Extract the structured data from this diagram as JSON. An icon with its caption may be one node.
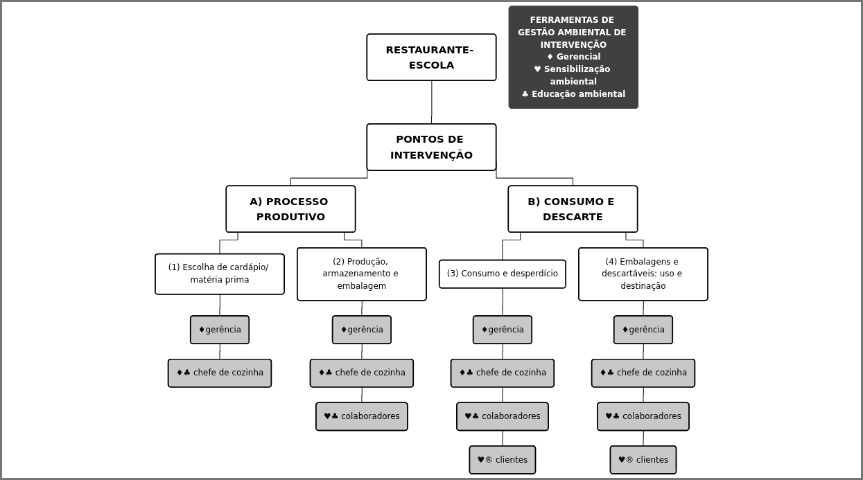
{
  "diagram": {
    "nodes": [
      {
        "text": [
          "RESTAURANTE- ESCOLA"
        ]
      },
      {
        "text": [
          "PONTOS DE INTERVENÇÃO"
        ]
      },
      {
        "text": [
          "A) PROCESSO PRODUTIVO"
        ]
      },
      {
        "text": [
          "B) CONSUMO E DESCARTE"
        ]
      },
      {
        "text": [
          "(1) Escolha de cardápio/ matéria prima"
        ]
      },
      {
        "text": [
          "(2) Produção, armazenamento e embalagem"
        ]
      },
      {
        "text": [
          "(3) Consumo e desperdício"
        ]
      },
      {
        "text": [
          "(4) Embalagens e descartáveis: uso e destinação"
        ]
      },
      {
        "text": [
          "♦gerência"
        ]
      },
      {
        "text": [
          "♦♣ chefe de cozinha"
        ]
      },
      {
        "text": [
          "♦gerência"
        ]
      },
      {
        "text": [
          "♦♣ chefe de cozinha"
        ]
      },
      {
        "text": [
          "♥♣ colaboradores"
        ]
      },
      {
        "text": [
          "♦gerência"
        ]
      },
      {
        "text": [
          "♦♣ chefe de cozinha"
        ]
      },
      {
        "text": [
          "♥♣ colaboradores"
        ]
      },
      {
        "text": [
          "♥® clientes"
        ]
      },
      {
        "text": [
          "♦gerência"
        ]
      },
      {
        "text": [
          "♦♣ chefe de cozinha"
        ]
      },
      {
        "text": [
          "♥♣ colaboradores"
        ]
      },
      {
        "text": [
          "♥® clientes"
        ]
      },
      {
        "text": [
          "FERRAMENTAS DE GESTÃO AMBIENTAL DE INTERVENÇÃO",
          "♦ Gerencial",
          "♥ Sensibilização ambiental",
          "♣ Educação ambiental"
        ]
      }
    ],
    "edges": [
      {
        "from": 0,
        "to": 1,
        "arrow": "none"
      },
      {
        "from": 1,
        "to": 2,
        "arrow": "none"
      },
      {
        "from": 1,
        "to": 3,
        "arrow": "none"
      },
      {
        "from": 2,
        "to": 4,
        "arrow": "none"
      },
      {
        "from": 2,
        "to": 5,
        "arrow": "none"
      },
      {
        "from": 3,
        "to": 6,
        "arrow": "none"
      },
      {
        "from": 3,
        "to": 7,
        "arrow": "none"
      },
      {
        "from": 4,
        "to": 8,
        "arrow": "none"
      },
      {
        "from": 8,
        "to": 9,
        "arrow": "none"
      },
      {
        "from": 5,
        "to": 10,
        "arrow": "none"
      },
      {
        "from": 10,
        "to": 11,
        "arrow": "none"
      },
      {
        "from": 11,
        "to": 12,
        "arrow": "none"
      },
      {
        "from": 6,
        "to": 13,
        "arrow": "none"
      },
      {
        "from": 13,
        "to": 14,
        "arrow": "none"
      },
      {
        "from": 14,
        "to": 15,
        "arrow": "none"
      },
      {
        "from": 15,
        "to": 16,
        "arrow": "none"
      },
      {
        "from": 7,
        "to": 17,
        "arrow": "none"
      },
      {
        "from": 17,
        "to": 18,
        "arrow": "none"
      },
      {
        "from": 18,
        "to": 19,
        "arrow": "none"
      },
      {
        "from": 19,
        "to": 20,
        "arrow": "none"
      }
    ]
  }
}
